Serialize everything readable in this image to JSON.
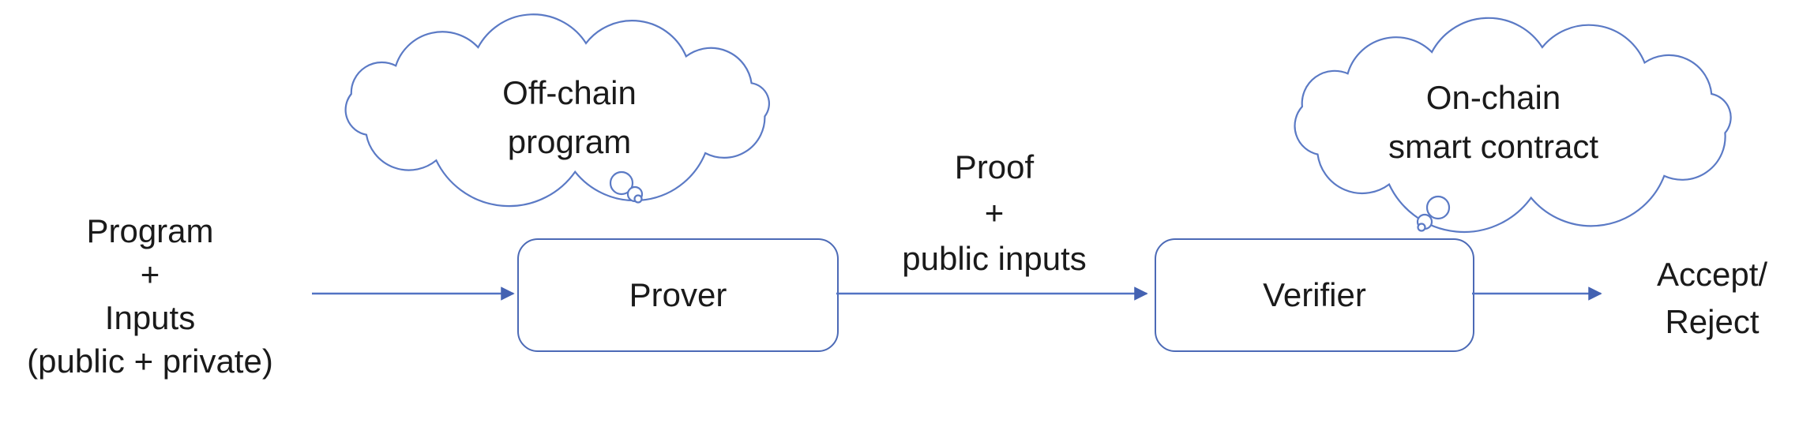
{
  "diagram": {
    "input_label": {
      "lines": [
        "Program",
        "+",
        "Inputs",
        "(public + private)"
      ]
    },
    "prover_node": {
      "label": "Prover"
    },
    "prover_thought": {
      "lines": [
        "Off-chain",
        "program"
      ]
    },
    "proof_label": {
      "lines": [
        "Proof",
        "+",
        "public inputs"
      ]
    },
    "verifier_node": {
      "label": "Verifier"
    },
    "verifier_thought": {
      "lines": [
        "On-chain",
        "smart contract"
      ]
    },
    "output_label": {
      "lines": [
        "Accept/",
        "Reject"
      ]
    },
    "colors": {
      "outline_blue": "#4c6ab6",
      "cloud_blue": "#5b7ac5",
      "arrow_blue": "#5273c3",
      "arrowhead_blue": "#4462b2",
      "text": "#1a1a1a",
      "background": "#ffffff"
    }
  }
}
